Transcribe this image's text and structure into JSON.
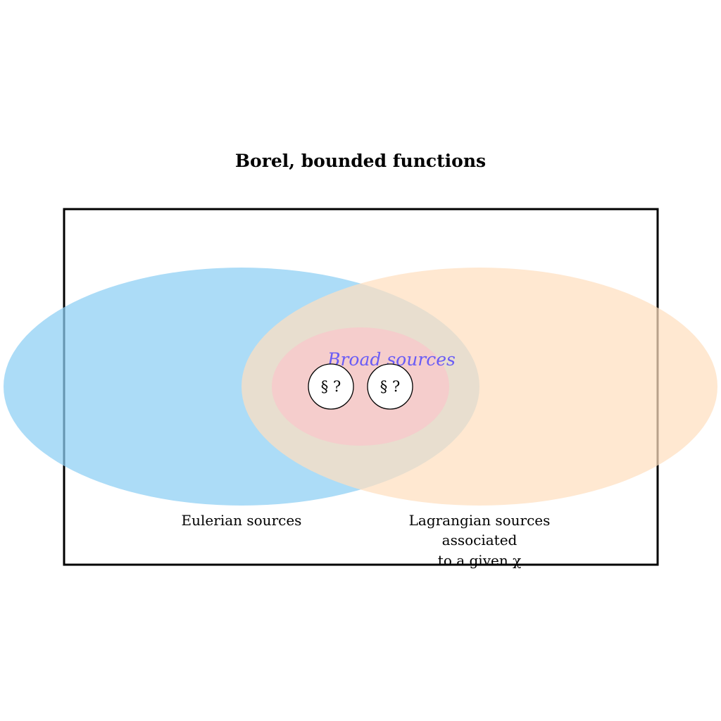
{
  "title": "Borel, bounded functions",
  "sets": {
    "eulerian": {
      "label": "Eulerian sources",
      "color": "#8ccff4"
    },
    "lagrangian": {
      "label_lines": [
        "Lagrangian sources",
        "associated",
        "to a given χ"
      ],
      "color": "#ffdfbf"
    },
    "broad": {
      "label": "Broad sources",
      "label_color": "#6a5cf5",
      "color": "#f7c8cb"
    }
  },
  "markers": [
    {
      "text": "§ ?"
    },
    {
      "text": "§ ?"
    }
  ],
  "frame_color": "#000000"
}
